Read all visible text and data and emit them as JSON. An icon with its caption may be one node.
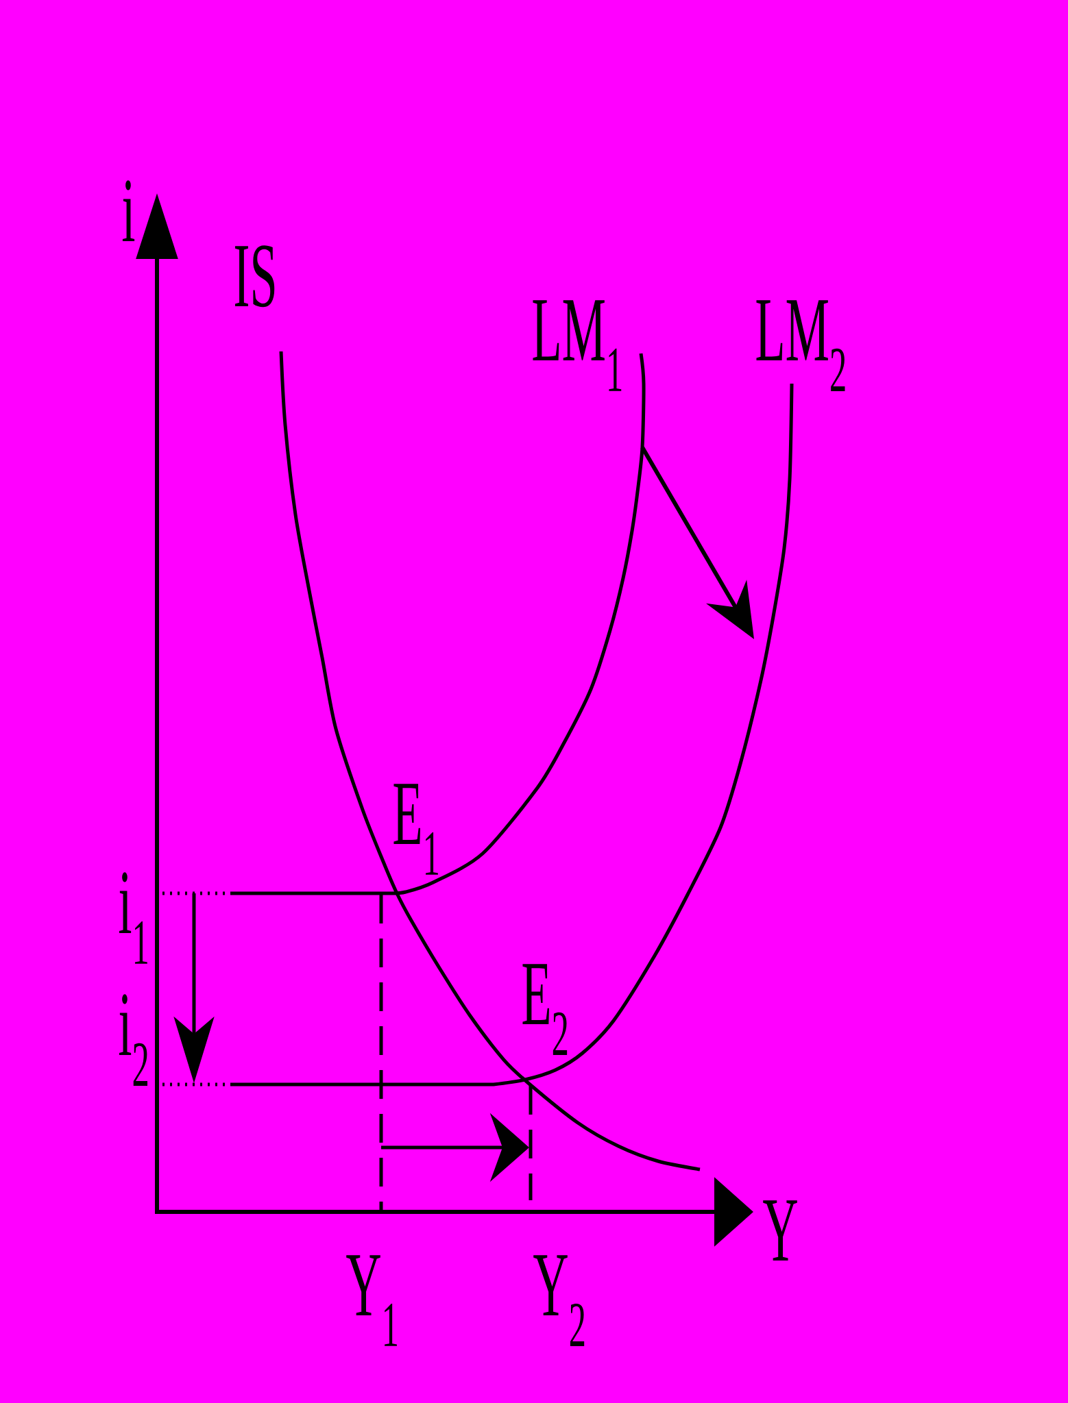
{
  "diagram": {
    "labels": [
      "i",
      "IS",
      "LM$_{1}$",
      "LM$_{2}$",
      "E$_{1}$",
      "i$_{1}$",
      "i$_{2}$",
      "E$_{2}$",
      "Y",
      "Y$_{1}$",
      "Y$_{2}$"
    ]
  }
}
